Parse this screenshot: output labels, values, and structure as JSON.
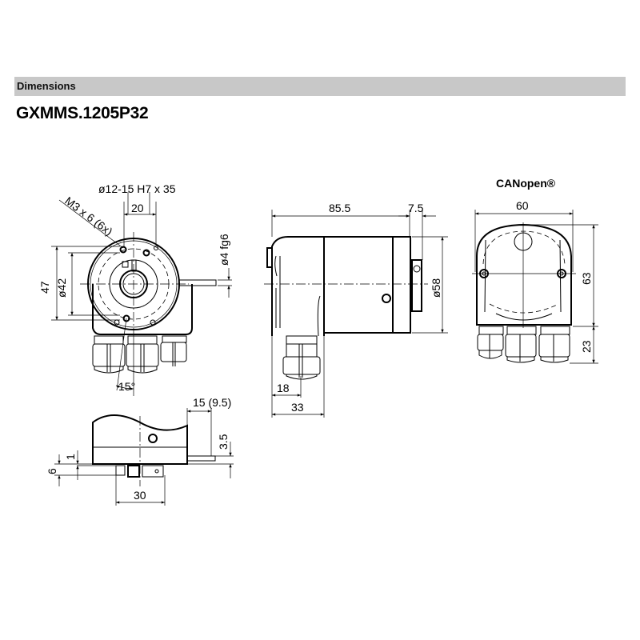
{
  "header": {
    "section_title": "Dimensions",
    "model": "GXMMS.1205P32"
  },
  "views": {
    "front": {
      "labels": {
        "bore": "ø12-15 H7 x 35",
        "screws": "M3 x 6 (6x)",
        "width_20": "20",
        "height_47": "47",
        "dia_42": "ø42",
        "pin": "ø4 fg6",
        "angle": "15°"
      }
    },
    "side": {
      "labels": {
        "length": "85.5",
        "flange": "7.5",
        "diameter": "ø58",
        "connector_18": "18",
        "connector_33": "33"
      }
    },
    "back": {
      "title": "CANopen®",
      "labels": {
        "width": "60",
        "height": "63",
        "connector_height": "23"
      }
    },
    "bottom": {
      "labels": {
        "pin_len": "15 (9.5)",
        "pin_h": "3.5",
        "gap": "1",
        "thickness": "6",
        "width": "30"
      }
    }
  }
}
